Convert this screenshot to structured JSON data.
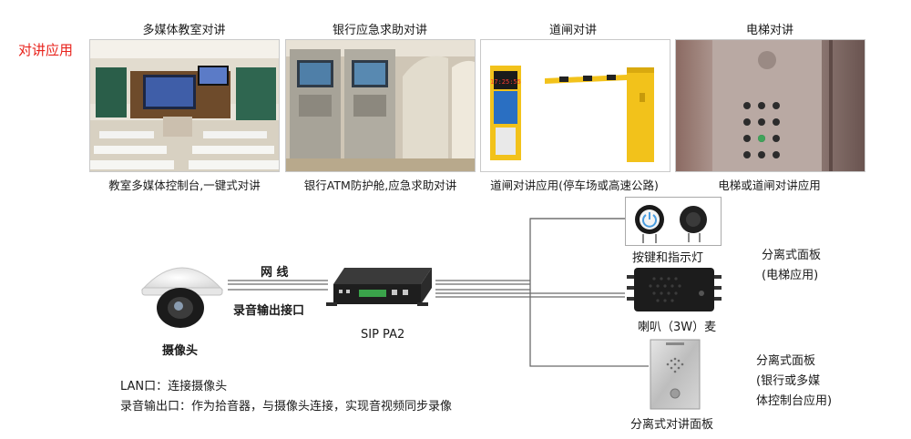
{
  "section_title": "对讲应用",
  "scenarios": [
    {
      "title": "多媒体教室对讲",
      "caption": "教室多媒体控制台,一键式对讲"
    },
    {
      "title": "银行应急求助对讲",
      "caption": "银行ATM防护舱,应急求助对讲"
    },
    {
      "title": "道闸对讲",
      "caption": "道闸对讲应用(停车场或高速公路)"
    },
    {
      "title": "电梯对讲",
      "caption": "电梯或道闸对讲应用"
    }
  ],
  "screen_text": "17:25:55",
  "diagram": {
    "camera_label": "摄像头",
    "link_top_label": "网 线",
    "link_bottom_label": "录音输出接口",
    "device_label": "SIP PA2",
    "button_label": "按键和指示灯",
    "speaker_label": "喇叭（3W）麦",
    "panel_label": "分离式对讲面板",
    "right_note_1": [
      "分离式面板",
      "(电梯应用)"
    ],
    "right_note_2": [
      "分离式面板",
      "(银行或多媒",
      "体控制台应用)"
    ],
    "notes": [
      "LAN口：连接摄像头",
      "录音输出口：作为拾音器，与摄像头连接，实现音视频同步录像"
    ]
  },
  "colors": {
    "accent_red": "#e8231c",
    "gate_yellow": "#f2c21b",
    "line_gray": "#6b6b6b"
  }
}
